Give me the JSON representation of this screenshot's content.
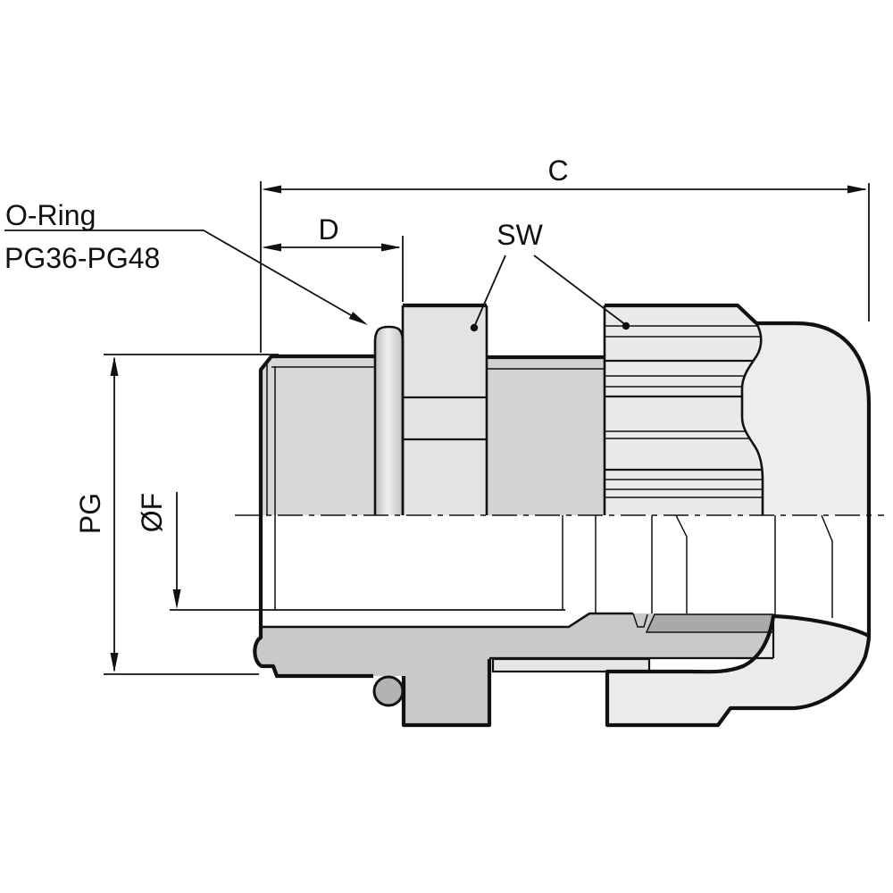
{
  "drawing": {
    "kind": "technical-drawing",
    "subject": "cable-gland-section-view",
    "labels": {
      "dim_c": "C",
      "dim_d": "D",
      "dim_sw": "SW",
      "dim_pg": "PG",
      "dim_diameter_f": "ØF",
      "callout_oring_line1": "O-Ring",
      "callout_oring_line2": "PG36-PG48"
    },
    "colors": {
      "line": "#111111",
      "background": "#ffffff",
      "thread_body": "#d7d7d7",
      "hex_flange": "#e3e3e3",
      "neck": "#d2d2d2",
      "cap_nut_knurl": "#eaeaea",
      "dome_cap": "#ededed",
      "body_section_cut": "#c9c9c9",
      "clamp_insert_band": "#a9a9a9",
      "nut_lip": "#e6e6e6",
      "nut_skirt_section": "#ebebeb",
      "o_ring_section": "#b3b3b3"
    }
  }
}
